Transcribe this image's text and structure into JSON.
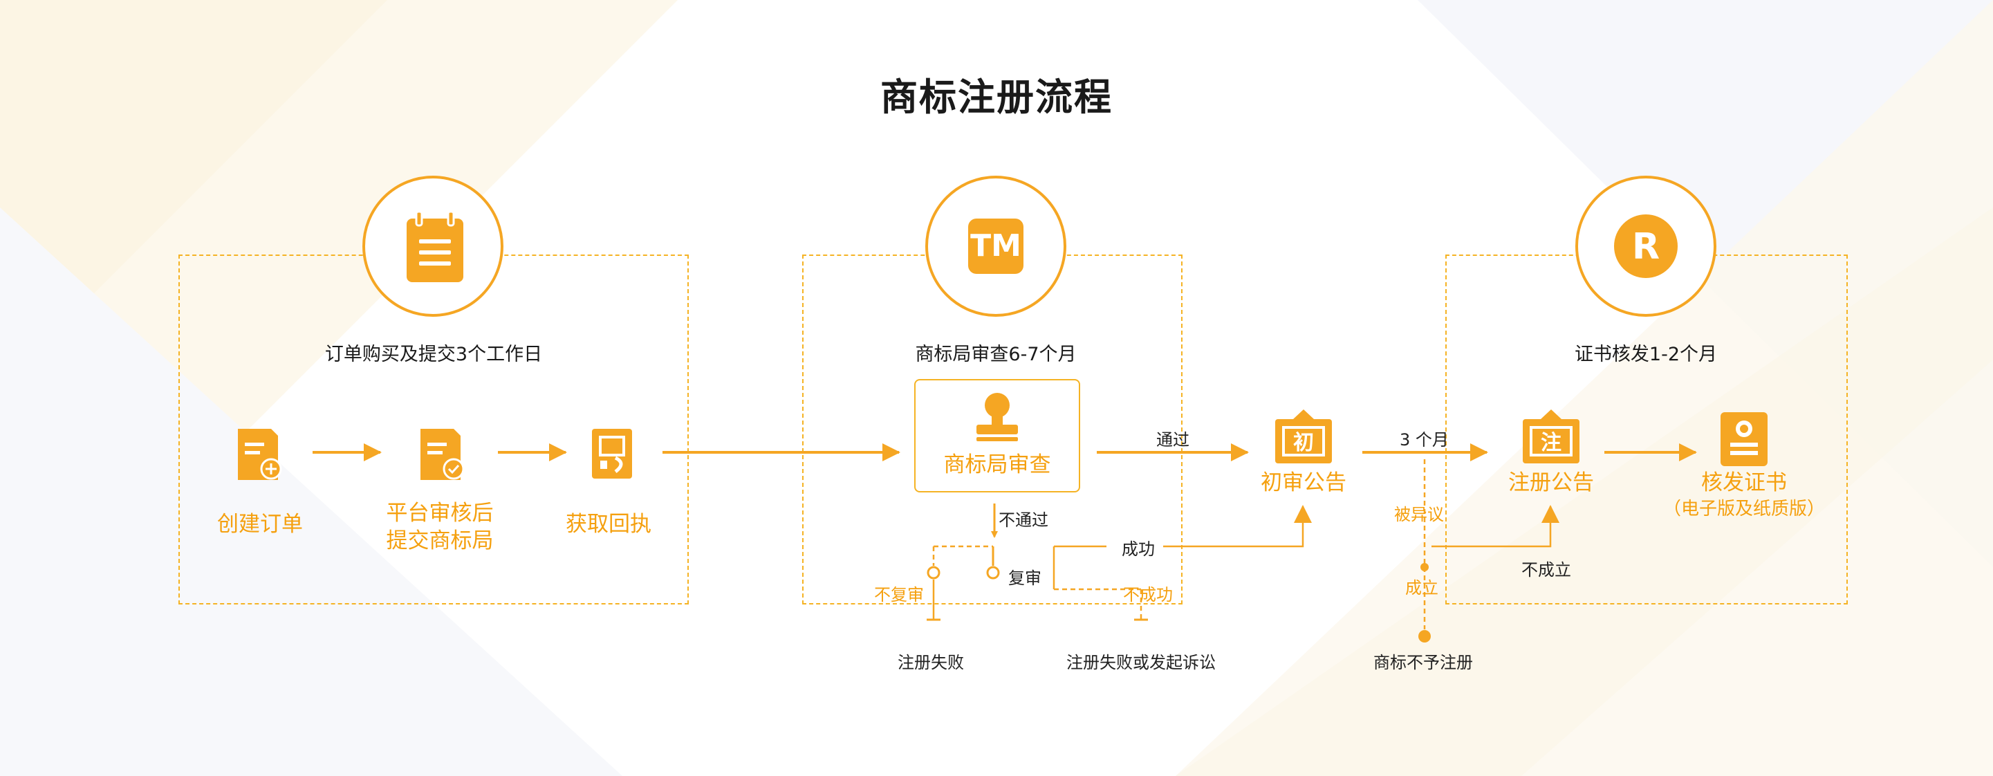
{
  "title": "商标注册流程",
  "colors": {
    "accent": "#f5a623",
    "accent_text": "#f5a00f",
    "dashed": "#f5b324",
    "text_dark": "#1a1a1a"
  },
  "stages": [
    {
      "icon": "clipboard-icon",
      "title": "订单购买及提交3个工作日",
      "steps": [
        {
          "icon": "document-plus-icon",
          "label": "创建订单"
        },
        {
          "icon": "document-check-icon",
          "label_line1": "平台审核后",
          "label_line2": "提交商标局"
        },
        {
          "icon": "receipt-icon",
          "label": "获取回执"
        }
      ]
    },
    {
      "icon": "tm-icon",
      "icon_text": "TM",
      "title": "商标局审查6-7个月",
      "review": {
        "icon": "stamp-icon",
        "label": "商标局审查"
      },
      "branch": {
        "fail": "不通过",
        "re_review": "复审",
        "no_re_review": "不复审",
        "success": "成功",
        "not_success": "不成功",
        "result_fail": "注册失败",
        "result_lawsuit": "注册失败或发起诉讼"
      }
    },
    {
      "icon": "registered-icon",
      "icon_text": "R",
      "title": "证书核发1-2个月",
      "steps": [
        {
          "icon": "notice-board-icon",
          "icon_text": "注",
          "label": "注册公告"
        },
        {
          "icon": "certificate-icon",
          "label_line1": "核发证书",
          "label_line2": "（电子版及纸质版）"
        }
      ]
    }
  ],
  "middle": {
    "pass": "通过",
    "preliminary": {
      "icon_text": "初",
      "label": "初审公告"
    },
    "three_months": "3 个月",
    "objection": "被异议",
    "established": "成立",
    "not_established": "不成立",
    "rejected": "商标不予注册"
  }
}
